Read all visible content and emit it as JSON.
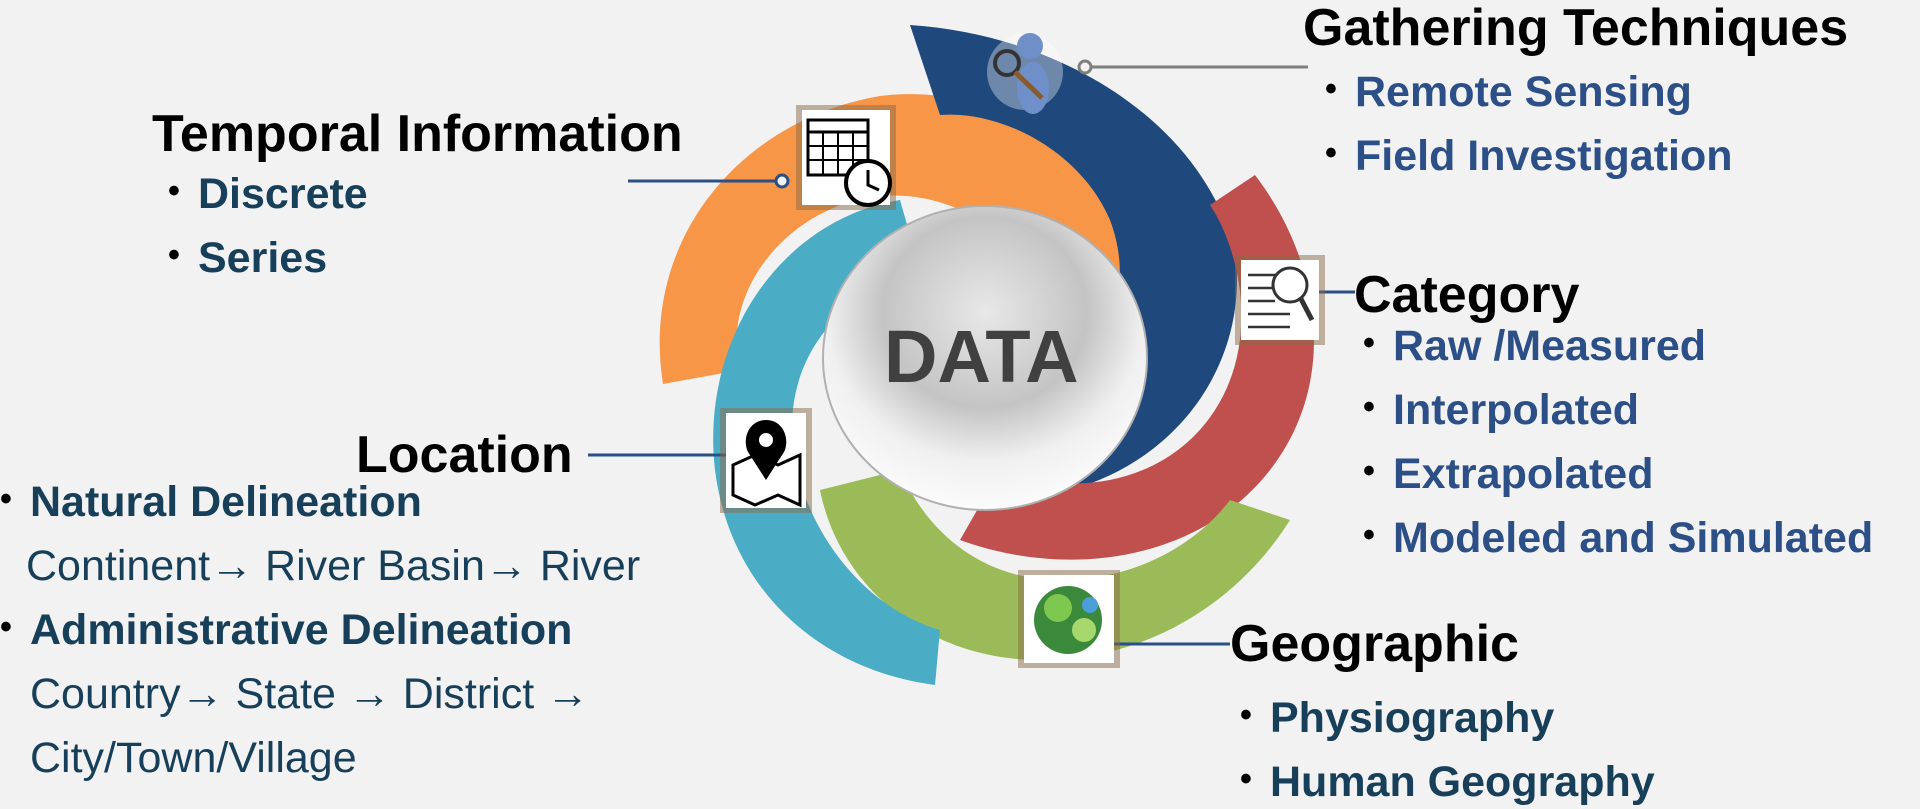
{
  "center": {
    "label": "DATA"
  },
  "gathering": {
    "title": "Gathering Techniques",
    "items": [
      "Remote Sensing",
      "Field Investigation"
    ]
  },
  "temporal": {
    "title": "Temporal Information",
    "items": [
      "Discrete",
      "Series"
    ]
  },
  "category": {
    "title": "Category",
    "items": [
      "Raw /Measured",
      "Interpolated",
      "Extrapolated",
      "Modeled and Simulated"
    ]
  },
  "location": {
    "title": "Location",
    "natural": {
      "label": "Natural Delineation",
      "chain": "Continent→ River Basin→ River"
    },
    "administrative": {
      "label": "Administrative Delineation",
      "chain1": "Country→ State → District →",
      "chain2": "City/Town/Village"
    }
  },
  "geographic": {
    "title": "Geographic",
    "items": [
      "Physiography",
      "Human Geography"
    ]
  },
  "icons": [
    "magnifier-person-icon",
    "calendar-clock-icon",
    "document-search-icon",
    "map-pin-icon",
    "globe-plant-icon"
  ],
  "colors": {
    "gathering": "#1f497d",
    "temporal": "#f79646",
    "category": "#c0504d",
    "location": "#4bacc6",
    "geographic": "#9bbb59"
  }
}
